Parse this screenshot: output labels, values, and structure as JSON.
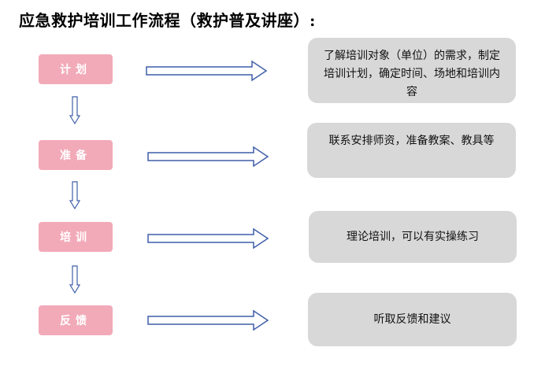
{
  "title": "应急救护培训工作流程（救护普及讲座）:",
  "steps": [
    {
      "label": "计划",
      "desc": "了解培训对象（单位）的需求，制定培训计划，确定时间、场地和培训内容"
    },
    {
      "label": "准备",
      "desc": "联系安排师资，准备教案、教具等"
    },
    {
      "label": "培训",
      "desc": "理论培训，可以有实操练习"
    },
    {
      "label": "反馈",
      "desc": "听取反馈和建议"
    }
  ],
  "colors": {
    "step_fill": "#f2aab8",
    "desc_fill": "#d8d8d8",
    "arrow_stroke": "#3f5fa8"
  }
}
